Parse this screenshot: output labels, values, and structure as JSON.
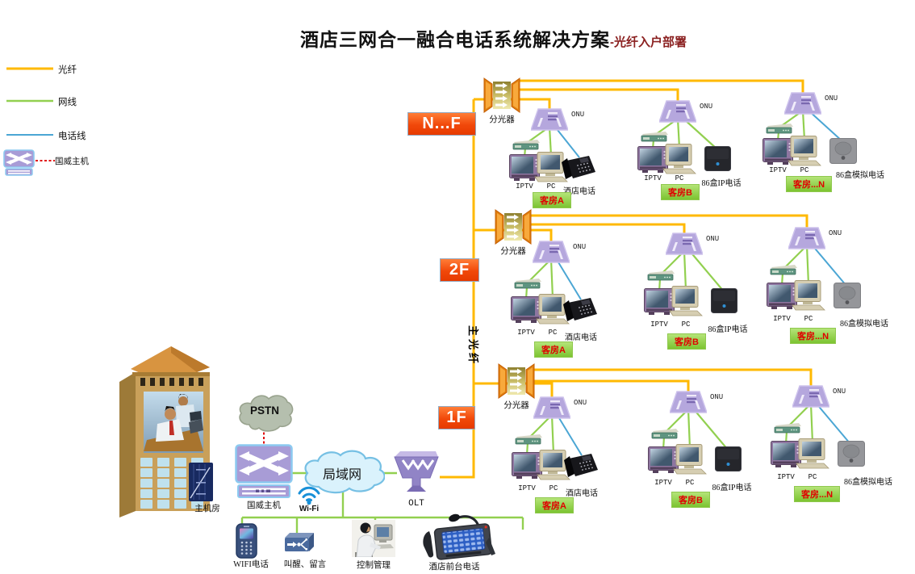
{
  "title": {
    "main": "酒店三网合一融合电话系统解决方案",
    "suffix": "-光纤入户部署"
  },
  "legend": {
    "fiber": "光纤",
    "lan": "网线",
    "phone_line": "电话线",
    "host": "国威主机"
  },
  "trunk_label": "主光纤",
  "floor_tags": [
    "N...F",
    "2F",
    "1F"
  ],
  "splitter_label": "分光器",
  "onu_label": "ONU",
  "device_labels": {
    "iptv": "IPTV",
    "pc": "PC"
  },
  "phone_types": {
    "hotel": "酒店电话",
    "ip86": "86盒IP电话",
    "analog86": "86盒模拟电话"
  },
  "rooms": [
    {
      "floor": "N...F",
      "room": "客房A",
      "phone": "hotel"
    },
    {
      "floor": "N...F",
      "room": "客房B",
      "phone": "ip86"
    },
    {
      "floor": "N...F",
      "room": "客房...N",
      "phone": "analog86"
    },
    {
      "floor": "2F",
      "room": "客房A",
      "phone": "hotel"
    },
    {
      "floor": "2F",
      "room": "客房B",
      "phone": "ip86"
    },
    {
      "floor": "2F",
      "room": "客房...N",
      "phone": "analog86"
    },
    {
      "floor": "1F",
      "room": "客房A",
      "phone": "hotel"
    },
    {
      "floor": "1F",
      "room": "客房B",
      "phone": "ip86"
    },
    {
      "floor": "1F",
      "room": "客房...N",
      "phone": "analog86"
    }
  ],
  "machine_room": {
    "building_label": "主机房",
    "pstn": "PSTN",
    "host_label": "国威主机",
    "lan_cloud": "局域网",
    "olt": "OLT",
    "wifi": "Wi-Fi",
    "devices": {
      "wifi_phone": "WIFI电话",
      "wake_message": "叫醒、留言",
      "control": "控制管理",
      "front_desk": "酒店前台电话"
    }
  },
  "colors": {
    "fiber": "#FFB902",
    "lan": "#92D050",
    "phone_line": "#4BA6D4",
    "host_link": "#E01010",
    "title_suffix": "#8B2121",
    "floor_tag_bg": "#F1480A",
    "room_tag_bg": "#7CC431",
    "room_tag_text": "#E00000"
  }
}
